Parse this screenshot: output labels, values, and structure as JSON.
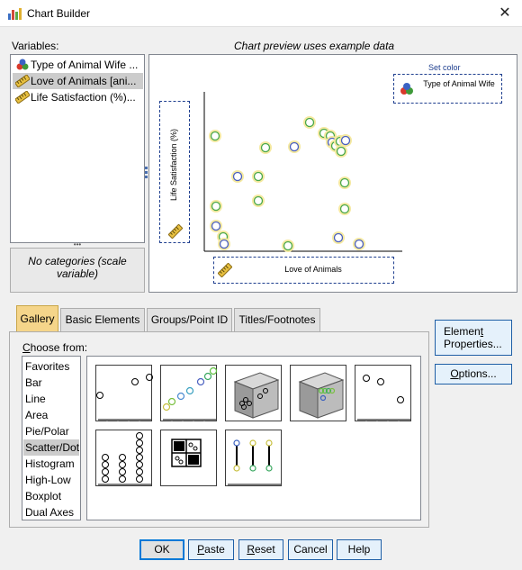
{
  "window": {
    "title": "Chart Builder",
    "close_glyph": "✕",
    "icon": "chart-builder-icon"
  },
  "variables": {
    "label": "Variables:",
    "items": [
      {
        "label": "Type of Animal Wife ...",
        "icon": "nominal-variable-icon",
        "selected": false
      },
      {
        "label": "Love of Animals [ani...",
        "icon": "scale-variable-icon",
        "selected": true
      },
      {
        "label": "Life Satisfaction (%)...",
        "icon": "scale-variable-icon",
        "selected": false
      }
    ]
  },
  "categories_box": {
    "text": "No categories (scale variable)"
  },
  "preview": {
    "caption": "Chart preview uses example data",
    "y_drop_label": "Life Satisfaction (%)",
    "x_drop_label": "Love of Animals",
    "set_color_label": "Set color",
    "legend_label": "Type of Animal Wife",
    "colors": {
      "green": "#4aa84a",
      "blue": "#4a5fc0",
      "halo": "#f5e9a0",
      "dash": "#1f3f8f"
    }
  },
  "tabs": [
    {
      "label": "Gallery",
      "active": true
    },
    {
      "label": "Basic Elements",
      "active": false
    },
    {
      "label": "Groups/Point ID",
      "active": false
    },
    {
      "label": "Titles/Footnotes",
      "active": false
    }
  ],
  "gallery": {
    "choose_from_label": "Choose from:",
    "categories": [
      "Favorites",
      "Bar",
      "Line",
      "Area",
      "Pie/Polar",
      "Scatter/Dot",
      "Histogram",
      "High-Low",
      "Boxplot",
      "Dual Axes"
    ],
    "selected_category": "Scatter/Dot",
    "thumbnails": [
      "simple-scatter-thumb",
      "grouped-scatter-thumb",
      "simple-3d-scatter-thumb",
      "grouped-3d-scatter-thumb",
      "summary-point-thumb",
      "simple-dot-plot-thumb",
      "scatterplot-matrix-thumb",
      "drop-line-thumb"
    ]
  },
  "side_buttons": {
    "element_properties_line1": "Element",
    "element_properties_line2": "Properties...",
    "options": "Options..."
  },
  "bottom_buttons": {
    "ok": "OK",
    "paste": "Paste",
    "reset": "Reset",
    "cancel": "Cancel",
    "help": "Help"
  }
}
